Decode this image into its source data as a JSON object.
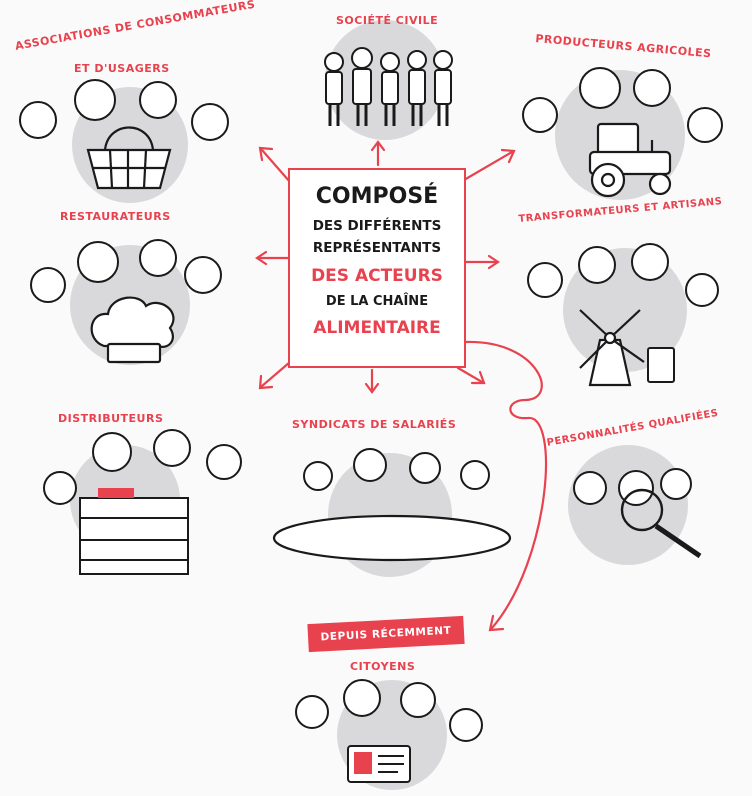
{
  "center": {
    "line1": "COMPOSÉ",
    "line2": "DES DIFFÉRENTS",
    "line3": "REPRÉSENTANTS",
    "line4": "DES ACTEURS",
    "line5": "DE LA CHAÎNE",
    "line6": "ALIMENTAIRE"
  },
  "groups": {
    "consumers_line1": "ASSOCIATIONS DE CONSOMMATEURS",
    "consumers_line2": "ET D'USAGERS",
    "civil": "SOCIÉTÉ CIVILE",
    "farmers": "PRODUCTEURS AGRICOLES",
    "restaurants": "RESTAURATEURS",
    "processors": "TRANSFORMATEURS ET ARTISANS",
    "distributors": "DISTRIBUTEURS",
    "unions": "SYNDICATS DE SALARIÉS",
    "experts": "PERSONNALITÉS QUALIFIÉES",
    "citizens": "CITOYENS"
  },
  "banner": "DEPUIS RÉCEMMENT",
  "colors": {
    "accent": "#e8424f",
    "ink": "#1a1a1a",
    "blob": "#d9d9dc"
  }
}
